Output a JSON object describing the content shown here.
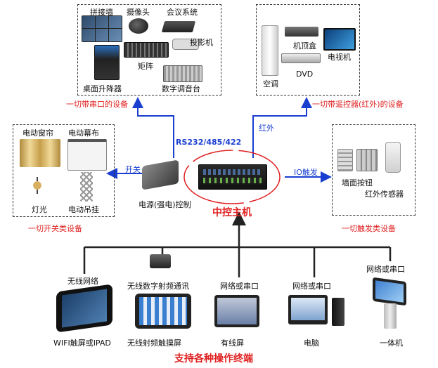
{
  "serial_group": {
    "label": "一切带串口的设备",
    "devices": [
      "拼接墙",
      "摄像头",
      "会议系统",
      "投影机",
      "矩阵",
      "桌面升降器",
      "数字调音台"
    ]
  },
  "ir_group": {
    "label": "一切带遥控器(红外)的设备",
    "devices": [
      "机顶盒",
      "电视机",
      "空调",
      "DVD"
    ]
  },
  "switch_group": {
    "label": "一切开关类设备",
    "devices": [
      "电动窗帘",
      "电动幕布",
      "灯光",
      "电动吊挂"
    ]
  },
  "trigger_group": {
    "label": "一切触发类设备",
    "devices": [
      "墙面按钮",
      "红外传感器"
    ]
  },
  "links": {
    "serial": "RS232/485/422",
    "ir": "红外",
    "switch": "开关",
    "io": "IO触发"
  },
  "power_control": "电源(强电)控制",
  "host": "中控主机",
  "terminals": [
    {
      "top": "无线网络",
      "bottom": "WIFI触屏或IPAD"
    },
    {
      "top": "无线数字射频通讯",
      "bottom": "无线射频触摸屏"
    },
    {
      "top": "网络或串口",
      "bottom": "有线屏"
    },
    {
      "top": "网络或串口",
      "bottom": "电脑"
    },
    {
      "top": "网络或串口",
      "bottom": "一体机"
    }
  ],
  "footer": "支持各种操作终端",
  "colors": {
    "red": "#e02020",
    "blue": "#1a3fd0",
    "dark": "#222222"
  }
}
